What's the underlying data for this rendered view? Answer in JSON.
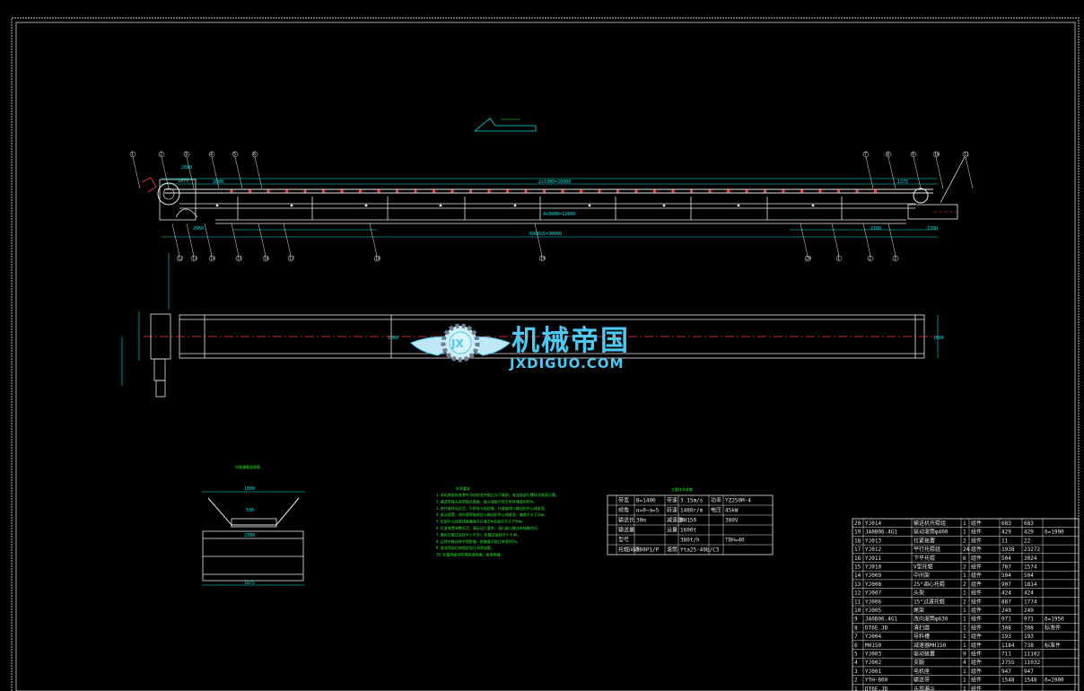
{
  "drawing": {
    "dims": {
      "top_span": "2x1000=26000",
      "top_total": "6000x5=30000",
      "mid_span": "4x3000=12000",
      "left_a": "2880",
      "left_b": "1675",
      "left_c": "2000",
      "left_d": "2950",
      "right_a": "1375",
      "right_b": "2700",
      "right_c": "1700",
      "plan_w": "1000",
      "side_w": "1000"
    },
    "balloons": [
      "1",
      "2",
      "3",
      "4",
      "5",
      "6",
      "7",
      "8",
      "9",
      "10",
      "11",
      "12",
      "13",
      "14",
      "15",
      "16",
      "17",
      "18",
      "19",
      "20"
    ]
  },
  "logo": {
    "cn": "机械帝国",
    "en": "JXDIGUO.COM",
    "badge": "JX"
  },
  "section_view": {
    "title": "托辊横截面视图",
    "dims": [
      "1800",
      "530",
      "2780",
      "1875"
    ]
  },
  "notes": {
    "title": "技术要求",
    "lines": [
      "1.本机装配前各零件须经检验合格后方可装配，各连接部位螺栓须紧固可靠。",
      "2.输送带接头采用硫化胶接，接头强度不低于带体强度的85%。",
      "3.各托辊转动灵活，不得有卡阻现象，托辊轴线与输送机中心线垂直。",
      "4.驱动滚筒、改向滚筒轴线应与输送机中心线垂直，偏差不大于2mm。",
      "5.机架中心线直线度偏差在任意25m长度内不大于5mm。",
      "6.拉紧装置调整灵活，满足运行要求，清扫器与输送带接触良好。",
      "7.整机空载试运转不少于2h，负载试运转不少于4h。",
      "8.运转中输送带不得跑偏，跑偏量不超过带宽的5%。",
      "9.各润滑部位按规定加注润滑油脂。",
      "10.外露表面涂防锈底漆两遍，面漆两遍。"
    ]
  },
  "spec_table": {
    "title": "主要技术参数",
    "rows": [
      [
        "带宽",
        "B=1400",
        "带速",
        "3.15m/s",
        "功率",
        "YZ250M-4"
      ],
      [
        "倾角",
        "α=0~a=5",
        "转速",
        "1480r/m",
        "电压",
        "45kW"
      ],
      [
        "输送长",
        "30m",
        "减速器",
        "MH150",
        "",
        "380V"
      ],
      [
        "输送量",
        "",
        "运量",
        "1600t",
        "",
        ""
      ],
      [
        "型号",
        "",
        "",
        "380t/h",
        "",
        "TDH=40"
      ],
      [
        "托辊间距",
        "300P1/P",
        "滚筒",
        "Yta25-40b/C3",
        "",
        ""
      ]
    ]
  },
  "parts_table": {
    "rows": [
      [
        "20",
        "YJ014",
        "输送机托辊组",
        "1",
        "组件",
        "683",
        "683",
        ""
      ],
      [
        "19",
        "JA0B06.4G1",
        "驱动滚筒φ400",
        "1",
        "组件",
        "429",
        "429",
        "δ=1900"
      ],
      [
        "18",
        "YJ013",
        "拉紧装置",
        "2",
        "组件",
        "11",
        "22",
        ""
      ],
      [
        "17",
        "YJ012",
        "平行托辊组",
        "24",
        "组件",
        "1938",
        "23272",
        ""
      ],
      [
        "16",
        "YJ011",
        "下平托辊",
        "6",
        "组件",
        "504",
        "3024",
        ""
      ],
      [
        "15",
        "YJ010",
        "V型托辊",
        "2",
        "组件",
        "787",
        "1574",
        ""
      ],
      [
        "14",
        "YJ009",
        "中间架",
        "1",
        "组件",
        "504",
        "504",
        ""
      ],
      [
        "13",
        "YJ008",
        "25°调心托辊",
        "2",
        "组件",
        "907",
        "1814",
        ""
      ],
      [
        "12",
        "YJ007",
        "头架",
        "1",
        "组件",
        "424",
        "424",
        ""
      ],
      [
        "11",
        "YJ006",
        "15°过渡托辊",
        "2",
        "组件",
        "887",
        "1774",
        ""
      ],
      [
        "10",
        "YJ005",
        "尾架",
        "1",
        "组件",
        "249",
        "249",
        ""
      ],
      [
        "9",
        "JA0B06.4G1",
        "改向滚筒φ630",
        "1",
        "组件",
        "971",
        "971",
        "δ=1950"
      ],
      [
        "8",
        "DT6E.JD",
        "清扫器",
        "1",
        "组件",
        "308",
        "308",
        "标准件"
      ],
      [
        "7",
        "YJ004",
        "导料槽",
        "1",
        "组件",
        "193",
        "193",
        ""
      ],
      [
        "6",
        "MH150",
        "减速器MH150",
        "1",
        "组件",
        "1184",
        "738",
        "标准件"
      ],
      [
        "5",
        "YJ003",
        "驱动装置",
        "9",
        "组件",
        "711",
        "11102",
        ""
      ],
      [
        "4",
        "YJ002",
        "支腿",
        "4",
        "组件",
        "2755",
        "11032",
        ""
      ],
      [
        "3",
        "YJ001",
        "电机座",
        "1",
        "组件",
        "947",
        "947",
        ""
      ],
      [
        "2",
        "YTH-800",
        "输送带",
        "1",
        "组件",
        "1548",
        "1548",
        "δ=2000"
      ],
      [
        "1",
        "DT6E.JD",
        "头部漏斗",
        "1",
        "组件",
        "",
        "",
        ""
      ]
    ]
  }
}
